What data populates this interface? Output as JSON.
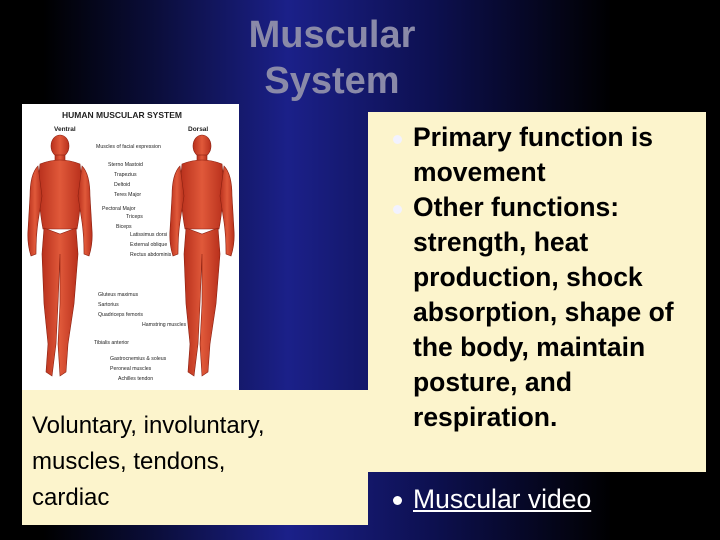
{
  "slide": {
    "title_line1": "Muscular",
    "title_line2": "System"
  },
  "image": {
    "heading": "HUMAN MUSCULAR SYSTEM",
    "view_front": "Ventral",
    "view_back": "Dorsal",
    "labels": [
      "Muscles of facial expression",
      "Sterno Mastoid",
      "Trapezius",
      "Deltoid",
      "Teres Major",
      "Pectoral Major",
      "Triceps",
      "Biceps",
      "Latissimus dorsi",
      "External oblique",
      "Rectus abdominis",
      "Gluteus maximus",
      "Sartorius",
      "Quadriceps femoris",
      "Hamstring muscles",
      "Tibialis anterior",
      "Gastrocnemius & soleus",
      "Peroneal muscles",
      "Achilles tendon"
    ]
  },
  "caption": {
    "text": "Voluntary, involuntary,\nmuscles, tendons,\ncardiac"
  },
  "bullets": [
    {
      "text": "Primary function is movement"
    },
    {
      "text": "Other functions: strength, heat production, shock absorption, shape of the body, maintain posture, and respiration."
    }
  ],
  "link": {
    "text": "Muscular video"
  },
  "colors": {
    "background": "#000000",
    "gradient_blue": "#1b2089",
    "panel": "#fcf4cc",
    "title": "#8a8aa8",
    "muscle": "#d9432c"
  }
}
